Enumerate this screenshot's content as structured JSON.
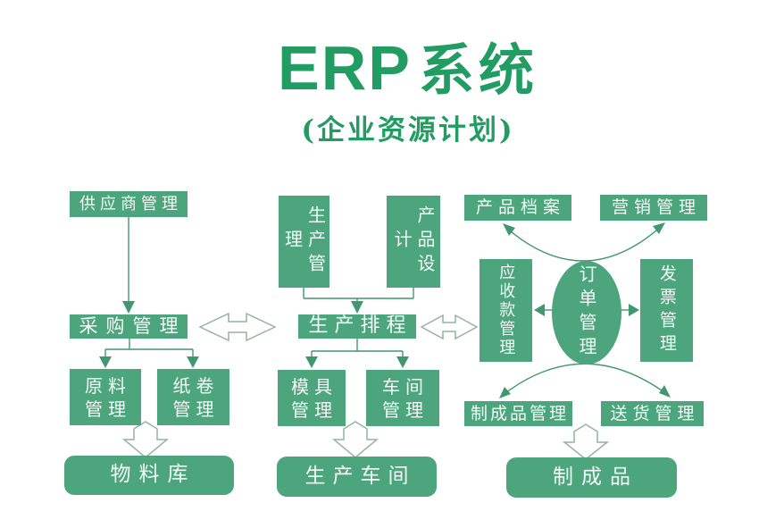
{
  "title": {
    "en": "ERP",
    "zh": "系统",
    "subtitle": "(企业资源计划)"
  },
  "colors": {
    "box_green": "#4ca57d",
    "title_green": "#219c62",
    "line_green": "#41976e",
    "hollow_stroke": "#93b4a2",
    "text_white": "#f4faf6"
  },
  "nodes": {
    "supplier": {
      "label": "供应商管理"
    },
    "purchasing": {
      "label": "采购管理"
    },
    "raw_material": {
      "lines": [
        "原料",
        "管理"
      ]
    },
    "paper_roll": {
      "lines": [
        "纸卷",
        "管理"
      ]
    },
    "material_warehouse": {
      "label": "物料库"
    },
    "production_mgmt": {
      "label": "生产管理"
    },
    "product_design": {
      "label": "产品设计"
    },
    "production_scheduling": {
      "label": "生产排程"
    },
    "mold_mgmt": {
      "lines": [
        "模具",
        "管理"
      ]
    },
    "workshop_mgmt": {
      "lines": [
        "车间",
        "管理"
      ]
    },
    "production_workshop": {
      "label": "生产车间"
    },
    "product_archive": {
      "label": "产品档案"
    },
    "marketing_mgmt": {
      "label": "营销管理"
    },
    "receivables_mgmt": {
      "label": "应收款管理"
    },
    "order_mgmt": {
      "label": "订单管理"
    },
    "invoice_mgmt": {
      "label": "发票管理"
    },
    "finished_goods_mgmt": {
      "label": "制成品管理"
    },
    "delivery_mgmt": {
      "label": "送货管理"
    },
    "finished_goods": {
      "label": "制成品"
    }
  }
}
